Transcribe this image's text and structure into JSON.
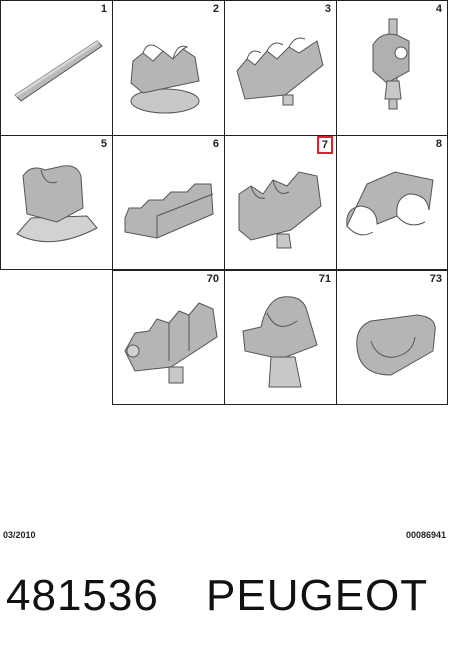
{
  "cells": {
    "c1": "1",
    "c2": "2",
    "c3": "3",
    "c4": "4",
    "c5": "5",
    "c6": "6",
    "c7": "7",
    "c8": "8",
    "c70": "70",
    "c71": "71",
    "c73": "73"
  },
  "highlight_color": "#e0202a",
  "footer": {
    "date": "03/2010",
    "code": "00086941"
  },
  "caption": {
    "reference": "481536",
    "brand": "PEUGEOT"
  }
}
